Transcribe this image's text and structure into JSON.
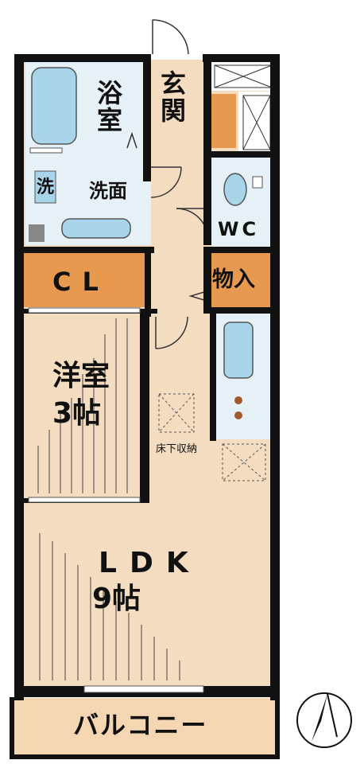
{
  "rooms": {
    "bath": "浴\n室",
    "entrance": "玄\n関",
    "washroom": "洗面",
    "laundry": "洗",
    "wc": "WC",
    "closet": "CL",
    "storage": "物入",
    "western": "洋室",
    "western_size": "3帖",
    "underfloor": "床下収納",
    "ldk": "LDK",
    "ldk_size": "9帖",
    "balcony": "バルコニー"
  },
  "colors": {
    "wall": "#111111",
    "floor": "#f3dcc0",
    "wet_area": "#e6f1f7",
    "fixture": "#a9d5ea",
    "storage": "#e79a4f",
    "balcony": "#f4d6b3"
  },
  "icons": [
    "compass-north-icon",
    "door-swing-icon"
  ]
}
